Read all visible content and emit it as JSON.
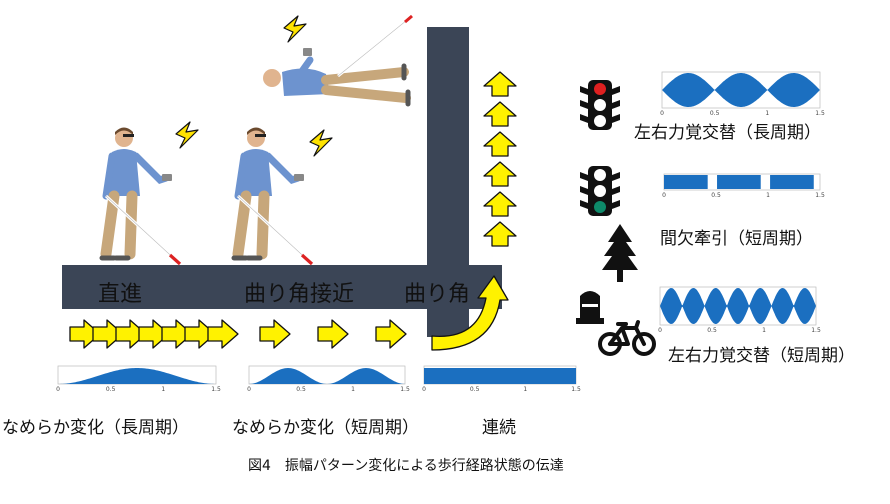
{
  "path_labels": {
    "straight": "直進",
    "approach": "曲り角接近",
    "corner": "曲り角"
  },
  "patterns": {
    "smooth_long": "なめらか変化（長周期）",
    "smooth_short": "なめらか変化（短周期）",
    "continuous": "連続"
  },
  "modes": {
    "alt_long": "左右力覚交替（長周期）",
    "intermittent": "間欠牽引（短周期）",
    "alt_short": "左右力覚交替（短周期）"
  },
  "axis_ticks": [
    "0",
    "0.5",
    "1",
    "1.5"
  ],
  "caption": "図4　振幅パターン変化による歩行経路状態の伝達",
  "colors": {
    "road": "#3b4556",
    "wave": "#1b6fc0",
    "arrow_fill": "#fff200",
    "arrow_stroke": "#111111",
    "shirt": "#6d93cf",
    "pants": "#c7a77b"
  },
  "icons": {
    "signal_red": "traffic-light-red-icon",
    "signal_green": "traffic-light-green-icon",
    "tree": "tree-icon",
    "bollard": "bollard-icon",
    "bicycle": "bicycle-icon",
    "lightning": "lightning-icon",
    "walker": "walking-person-icon"
  }
}
